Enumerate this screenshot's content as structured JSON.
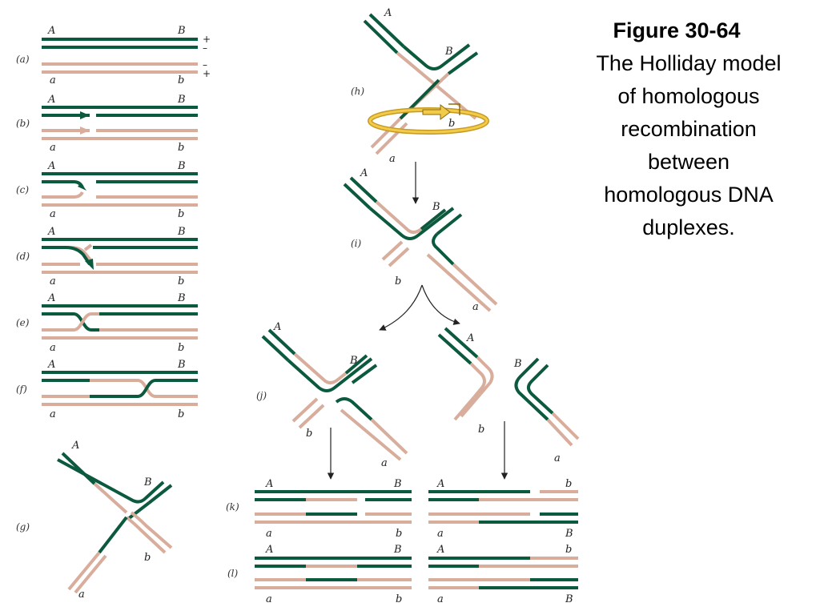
{
  "figure": {
    "number": "Figure 30-64",
    "title": "The Holliday model of homologous recombination between homologous DNA duplexes."
  },
  "colors": {
    "green": "#0c5a3e",
    "tan": "#d8ad9c",
    "gold": "#e6b830"
  },
  "markers": {
    "A": "A",
    "B": "B",
    "a": "a",
    "b": "b",
    "plus": "+",
    "minus": "–"
  },
  "panels": {
    "a": "(a)",
    "b": "(b)",
    "c": "(c)",
    "d": "(d)",
    "e": "(e)",
    "f": "(f)",
    "g": "(g)",
    "h": "(h)",
    "i": "(i)",
    "j": "(j)",
    "k": "(k)",
    "l": "(l)"
  }
}
